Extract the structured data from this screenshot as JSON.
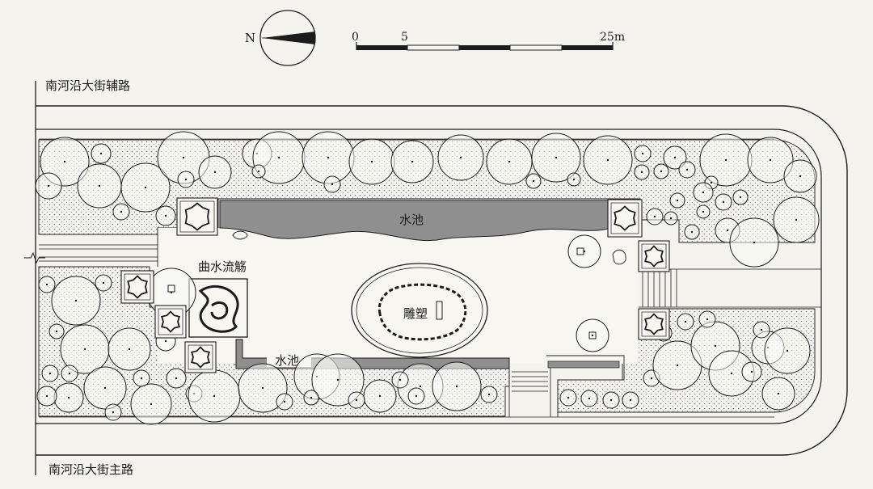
{
  "roads": {
    "top": "南河沿大街辅路",
    "bottom": "南河沿大街主路"
  },
  "north_arrow": {
    "label": "N"
  },
  "scale_bar": {
    "tick_0": "0",
    "tick_5": "5",
    "tick_25": "25m"
  },
  "labels": {
    "pond_main": "水池",
    "pond_south": "水池",
    "winding_stream": "曲水流觞",
    "sculpture": "雕塑"
  },
  "colors": {
    "paper": "#f4f3ee",
    "ink": "#1c1c1c",
    "water": "#8f8f8f",
    "planting": "#cfcfcc"
  }
}
